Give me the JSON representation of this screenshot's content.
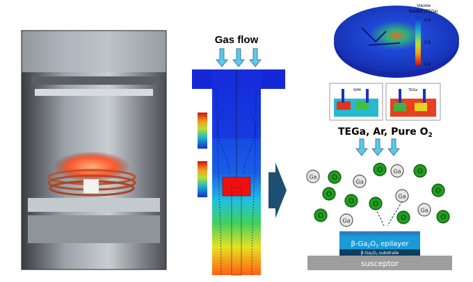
{
  "photo": {
    "subject": "reactor-photo"
  },
  "simulation": {
    "title": "Gas flow"
  },
  "volume_fraction": {
    "legend_title_line1": "Volume",
    "legend_title_line2": "fraction (TEGa)",
    "ticks": [
      "0.0",
      "0.5",
      "1.0"
    ]
  },
  "panels": [
    {
      "label": "SiH4"
    },
    {
      "label": "TEGa"
    }
  ],
  "precursors": {
    "label": "TEGa, Ar, Pure O",
    "subscript": "2"
  },
  "particles": {
    "ga": "Ga",
    "o": "O"
  },
  "layers": {
    "epilayer_prefix": "β-Ga",
    "epilayer_sub1": "2",
    "epilayer_mid": "O",
    "epilayer_sub2": "3",
    "epilayer_suffix": " epilayer",
    "substrate_suffix": " substrate",
    "susceptor": "susceptor"
  },
  "colors": {
    "ga_fill": "#e6e6e6",
    "o_fill": "#1f9e1f",
    "epilayer": "#1a9ad6",
    "substrate": "#0c3d5e",
    "susceptor": "#9e9e9e",
    "arrow": "#5cc8ee",
    "big_arrow": "#1e4f70"
  }
}
